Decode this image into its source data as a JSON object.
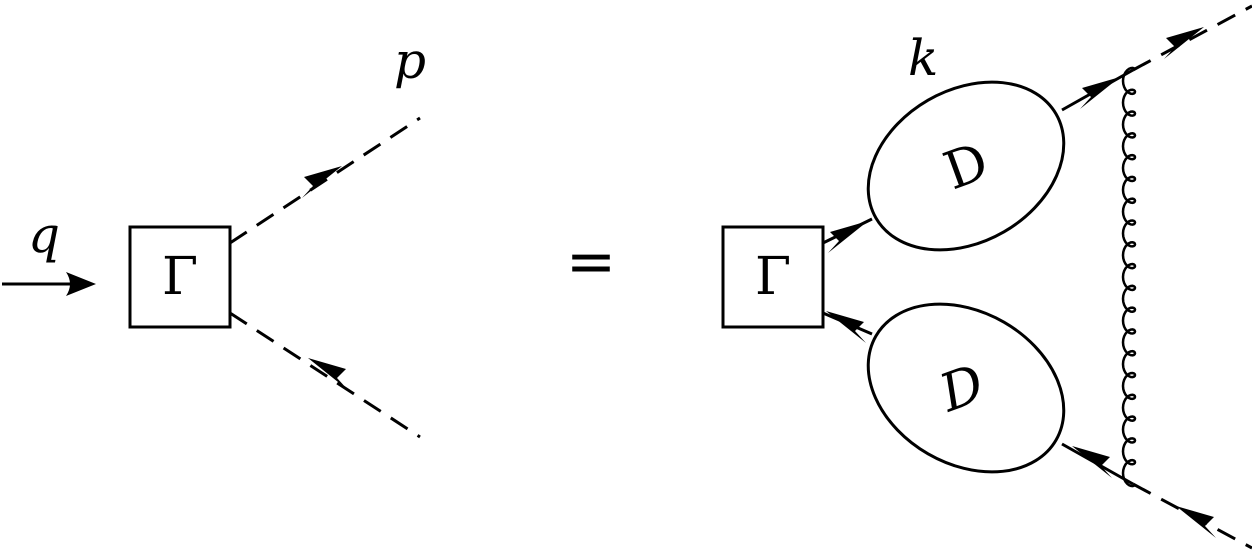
{
  "labels": {
    "q": "q",
    "p": "p",
    "k": "k",
    "gamma_left": "Γ",
    "gamma_right": "Γ",
    "equals": "=",
    "d_top": "D",
    "d_bottom": "D"
  },
  "colors": {
    "stroke": "#000000",
    "background": "#ffffff"
  }
}
